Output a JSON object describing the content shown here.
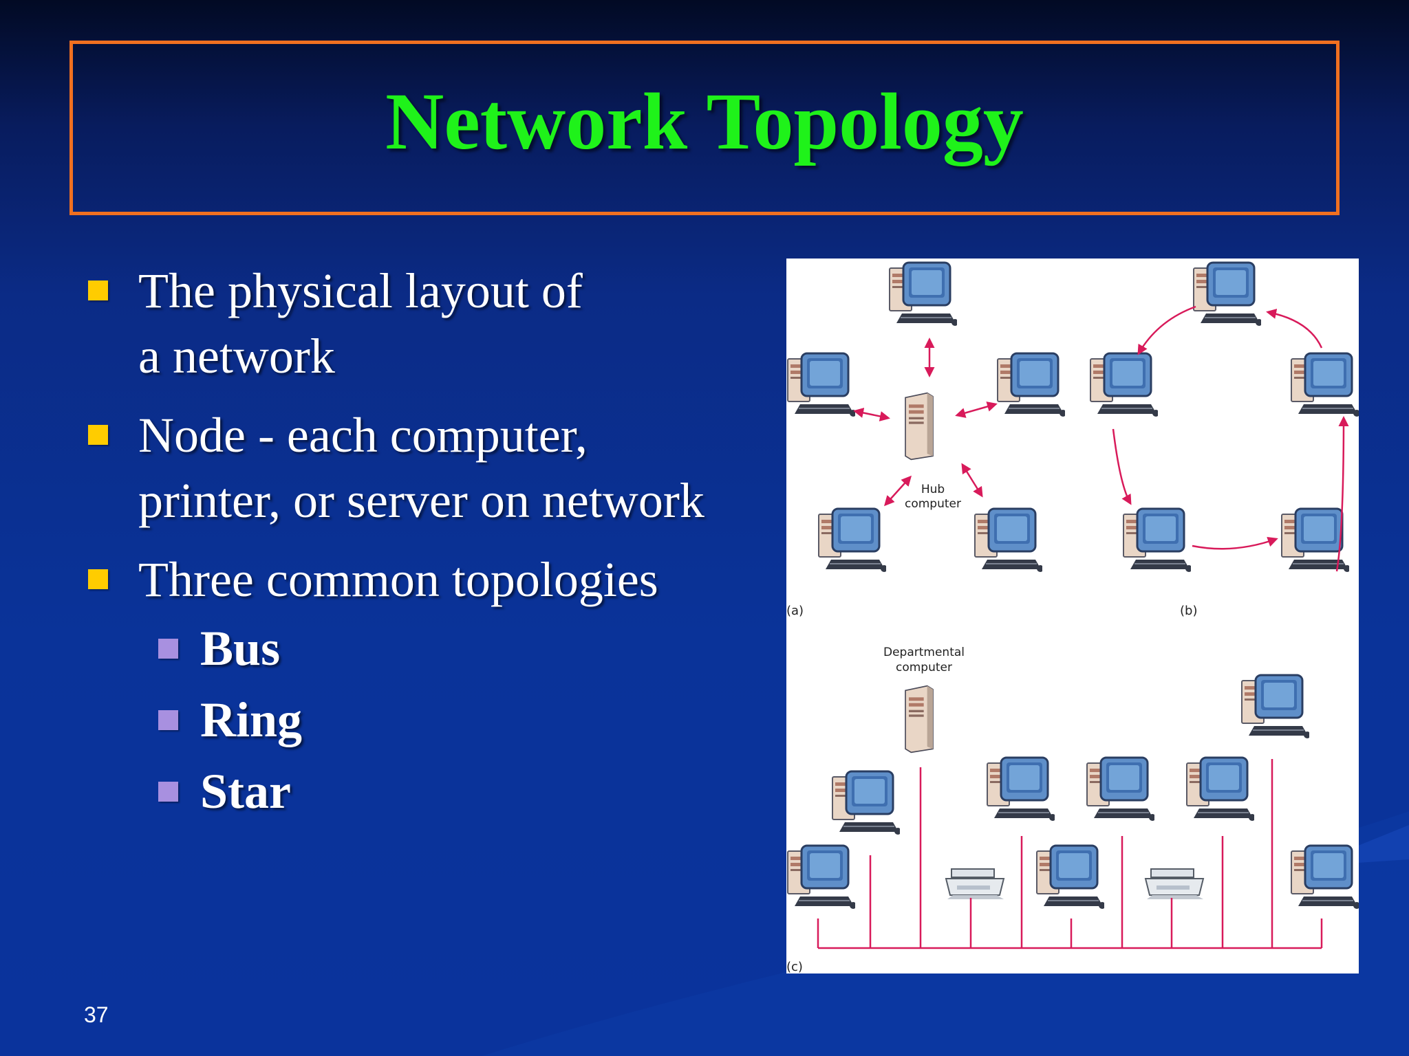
{
  "slide": {
    "title": "Network Topology",
    "bullets": [
      {
        "line1": "The physical  layout of",
        "line2": "a network"
      },
      {
        "line1": "Node - each computer,",
        "line2": "printer, or server on network"
      },
      {
        "line1": "Three common topologies",
        "line2": ""
      }
    ],
    "sub_bullets": [
      "Bus",
      "Ring",
      "Star"
    ],
    "slide_number": "37"
  },
  "figure": {
    "hub_label_1": "Hub",
    "hub_label_2": "computer",
    "dept_label_1": "Departmental",
    "dept_label_2": "computer",
    "panel_a": "(a)",
    "panel_b": "(b)",
    "panel_c": "(c)"
  },
  "colors": {
    "title": "#1ff21a",
    "title_border": "#f07020",
    "bullet_square": "#ffcc00",
    "sub_bullet_square": "#a890e0",
    "link_arrows": "#d81a5a"
  }
}
